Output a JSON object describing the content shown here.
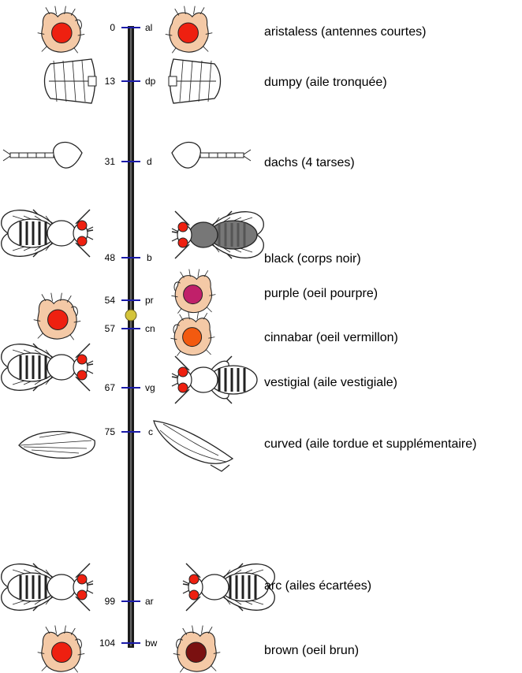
{
  "map": {
    "loci": [
      {
        "pos": "0",
        "sym": "al",
        "desc": "aristaless (antennes courtes)"
      },
      {
        "pos": "13",
        "sym": "dp",
        "desc": "dumpy (aile tronquée)"
      },
      {
        "pos": "31",
        "sym": "d",
        "desc": "dachs (4 tarses)"
      },
      {
        "pos": "48",
        "sym": "b",
        "desc": "black (corps noir)"
      },
      {
        "pos": "54",
        "sym": "pr",
        "desc": "purple (oeil pourpre)"
      },
      {
        "pos": "57",
        "sym": "cn",
        "desc": "cinnabar (oeil vermillon)"
      },
      {
        "pos": "67",
        "sym": "vg",
        "desc": "vestigial (aile vestigiale)"
      },
      {
        "pos": "75",
        "sym": "c",
        "desc": "curved (aile tordue et supplémentaire)"
      },
      {
        "pos": "99",
        "sym": "ar",
        "desc": "arc (ailes écartées)"
      },
      {
        "pos": "104",
        "sym": "bw",
        "desc": "brown (oeil brun)"
      }
    ],
    "colors": {
      "chromosome": "#1b1b1b",
      "tick": "#1a1aa8",
      "centromere": "#d4c43a",
      "wild_eye": "#ee2010",
      "purple_eye": "#c0206a",
      "cinnabar_eye": "#f25a10",
      "brown_eye": "#7a1010",
      "head_skin": "#f4c9a6"
    }
  }
}
